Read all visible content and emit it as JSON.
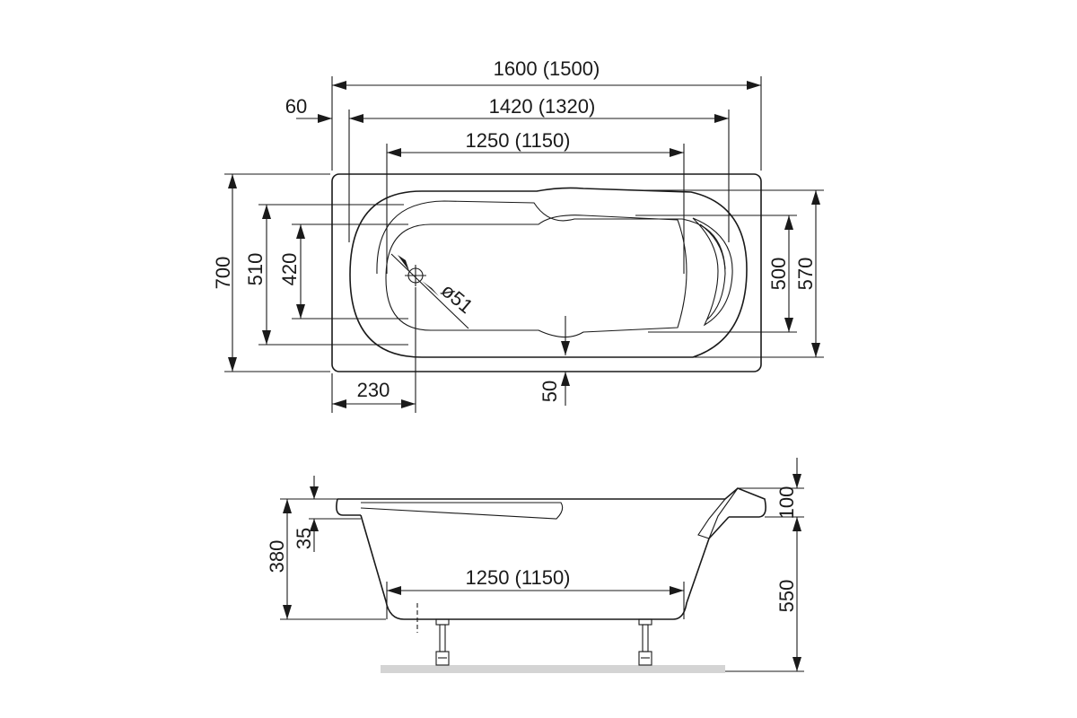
{
  "plan_view": {
    "length_total": "1600 (1500)",
    "length_inner": "1420 (1320)",
    "length_bottom": "1250 (1150)",
    "rim_offset": "60",
    "width_total": "700",
    "width_inner": "510",
    "width_bottom": "420",
    "head_width_inner": "500",
    "head_width_outer": "570",
    "drain_offset": "230",
    "drain_diameter": "ø51",
    "edge_offset": "50"
  },
  "side_view": {
    "bottom_length": "1250 (1150)",
    "depth": "380",
    "rim_step": "35",
    "headrest_height": "100",
    "floor_height": "550"
  }
}
